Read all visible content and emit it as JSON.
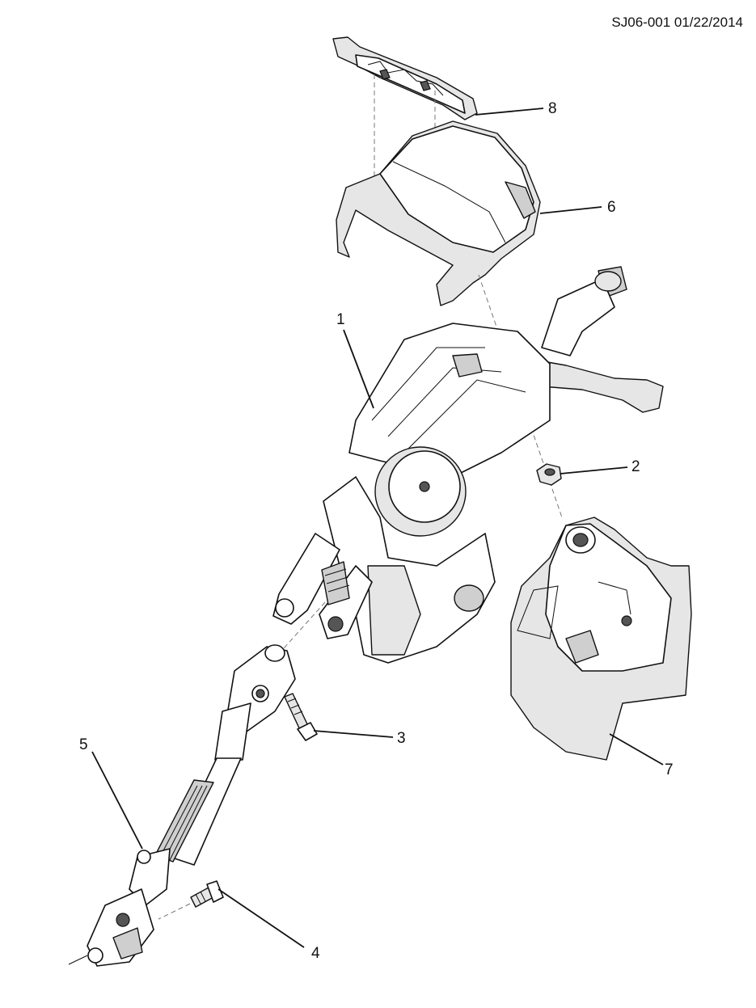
{
  "diagram": {
    "reference_code": "SJ06-001 01/22/2014",
    "callouts": [
      {
        "id": "1",
        "label": "1"
      },
      {
        "id": "2",
        "label": "2"
      },
      {
        "id": "3",
        "label": "3"
      },
      {
        "id": "4",
        "label": "4"
      },
      {
        "id": "5",
        "label": "5"
      },
      {
        "id": "6",
        "label": "6"
      },
      {
        "id": "7",
        "label": "7"
      },
      {
        "id": "8",
        "label": "8"
      }
    ]
  }
}
